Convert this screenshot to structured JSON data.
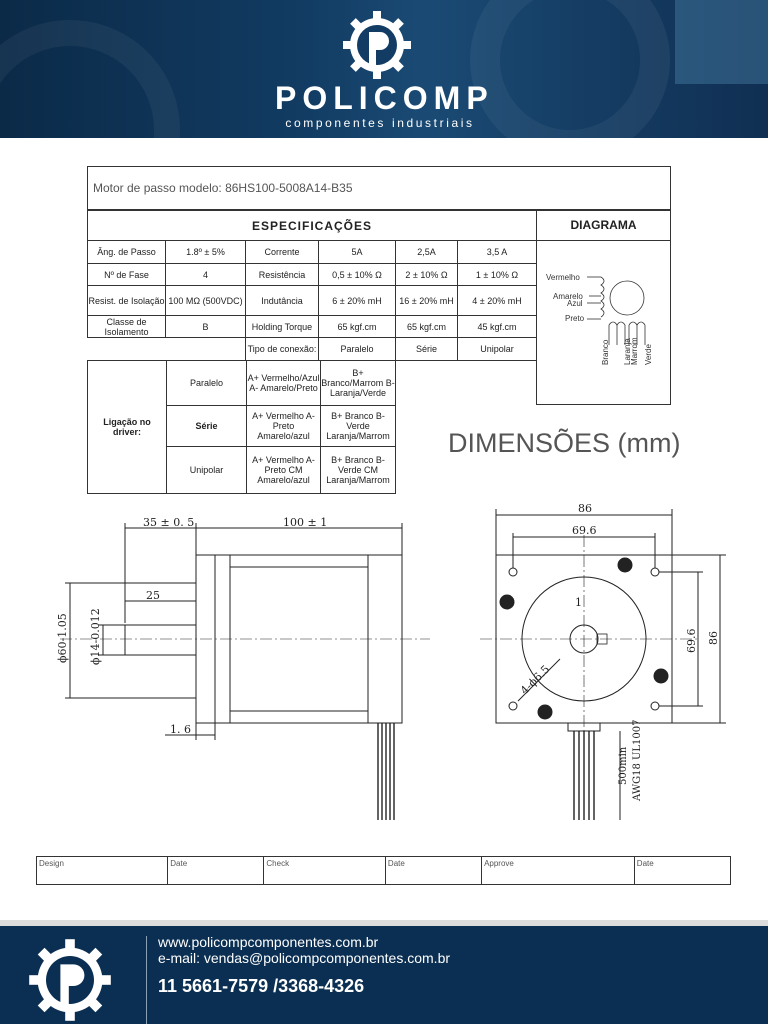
{
  "header": {
    "brand": "POLICOMP",
    "tagline": "componentes industriais"
  },
  "model": {
    "label": "Motor de passo modelo:  86HS100-5008A14-B35"
  },
  "spec": {
    "title": "ESPECIFICAÇÕES",
    "rows": [
      [
        "Âng. de Passo",
        "1.8º ± 5%",
        "Corrente",
        "5A",
        "2,5A",
        "3,5 A"
      ],
      [
        "Nº de Fase",
        "4",
        "Resistência",
        "0,5 ± 10% Ω",
        "2 ± 10% Ω",
        "1 ± 10% Ω"
      ],
      [
        "Resist. de Isolação",
        "100 MΩ (500VDC)",
        "Indutância",
        "6 ± 20% mH",
        "16 ± 20% mH",
        "4 ± 20% mH"
      ],
      [
        "Classe de Isolamento",
        "B",
        "Holding Torque",
        "65 kgf.cm",
        "65 kgf.cm",
        "45 kgf.cm"
      ]
    ],
    "con_label": "Tipo de conexão:",
    "con_values": [
      "Paralelo",
      "Série",
      "Unipolar"
    ]
  },
  "diagram": {
    "title": "DIAGRAMA",
    "wires": [
      "Vermelho",
      "Amarelo",
      "Azul",
      "Preto",
      "Branco",
      "Laranja",
      "Marrom",
      "Verde"
    ]
  },
  "ligacao": {
    "label": "Ligação no driver:",
    "rows": [
      {
        "type": "Paralelo",
        "a": "A+ Vermelho/Azul A- Amarelo/Preto",
        "b": "B+ Branco/Marrom B- Laranja/Verde"
      },
      {
        "type": "Série",
        "a": "A+ Vermelho A- Preto Amarelo/azul",
        "b": "B+ Branco B- Verde Laranja/Marrom"
      },
      {
        "type": "Unipolar",
        "a": "A+ Vermelho A- Preto CM Amarelo/azul",
        "b": "B+ Branco B- Verde CM Laranja/Marrom"
      }
    ]
  },
  "dimensions": {
    "title": "DIMENSÕES (mm)",
    "side": {
      "d1": "35 ± 0. 5",
      "d2": "100 ± 1",
      "d3": "25",
      "d4": "1. 6",
      "d5": "ϕ60-1.05",
      "d6": "ϕ14-0.012"
    },
    "front": {
      "w": "86",
      "inner": "69.6",
      "key": "1",
      "holes": "4-ϕ6.5",
      "h_inner": "69.6",
      "h": "86",
      "wire1": "500min",
      "wire2": "AWG18 UL1007"
    }
  },
  "signoff": [
    "Design",
    "Date",
    "Check",
    "Date",
    "Approve",
    "Date"
  ],
  "footer": {
    "website": "www.policompcomponentes.com.br",
    "email": "e-mail: vendas@policompcomponentes.com.br",
    "phone": "11 5661-7579 /3368-4326"
  }
}
